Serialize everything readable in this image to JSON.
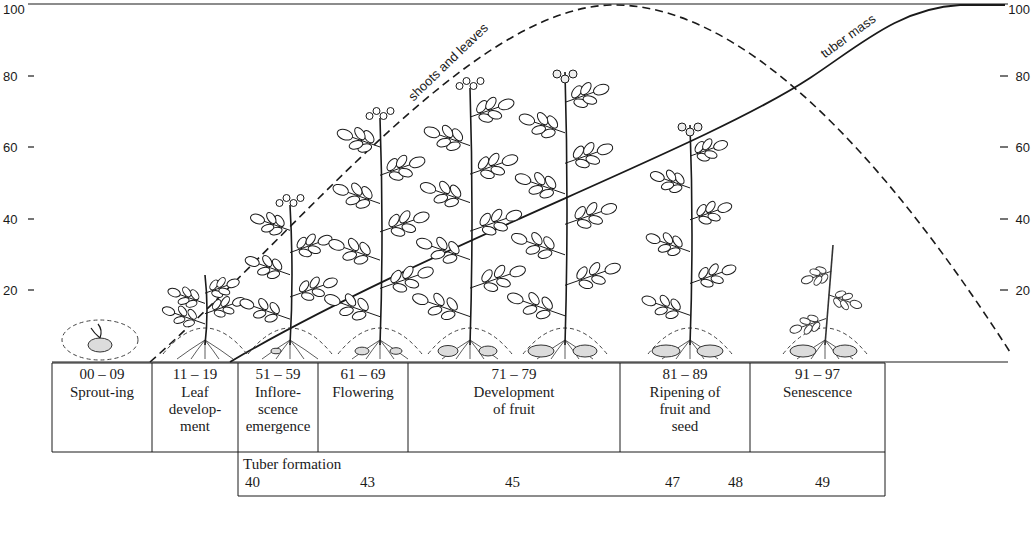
{
  "diagram": {
    "labels": [
      "100",
      "80",
      "60",
      "40",
      "20",
      "100",
      "80",
      "60",
      "40",
      "20",
      "shoots and leaves",
      "tuber mass",
      "00 – 09",
      "Sprout-ing",
      "11 – 19",
      "Leaf develop- ment",
      "51 – 59",
      "Inflore- scence emergence",
      "61 – 69",
      "Flowering",
      "71 – 79",
      "Development of fruit",
      "81 – 89",
      "Ripening of fruit and seed",
      "91 – 97",
      "Senescence",
      "Tuber formation",
      "40",
      "43",
      "45",
      "47",
      "48",
      "49"
    ]
  }
}
